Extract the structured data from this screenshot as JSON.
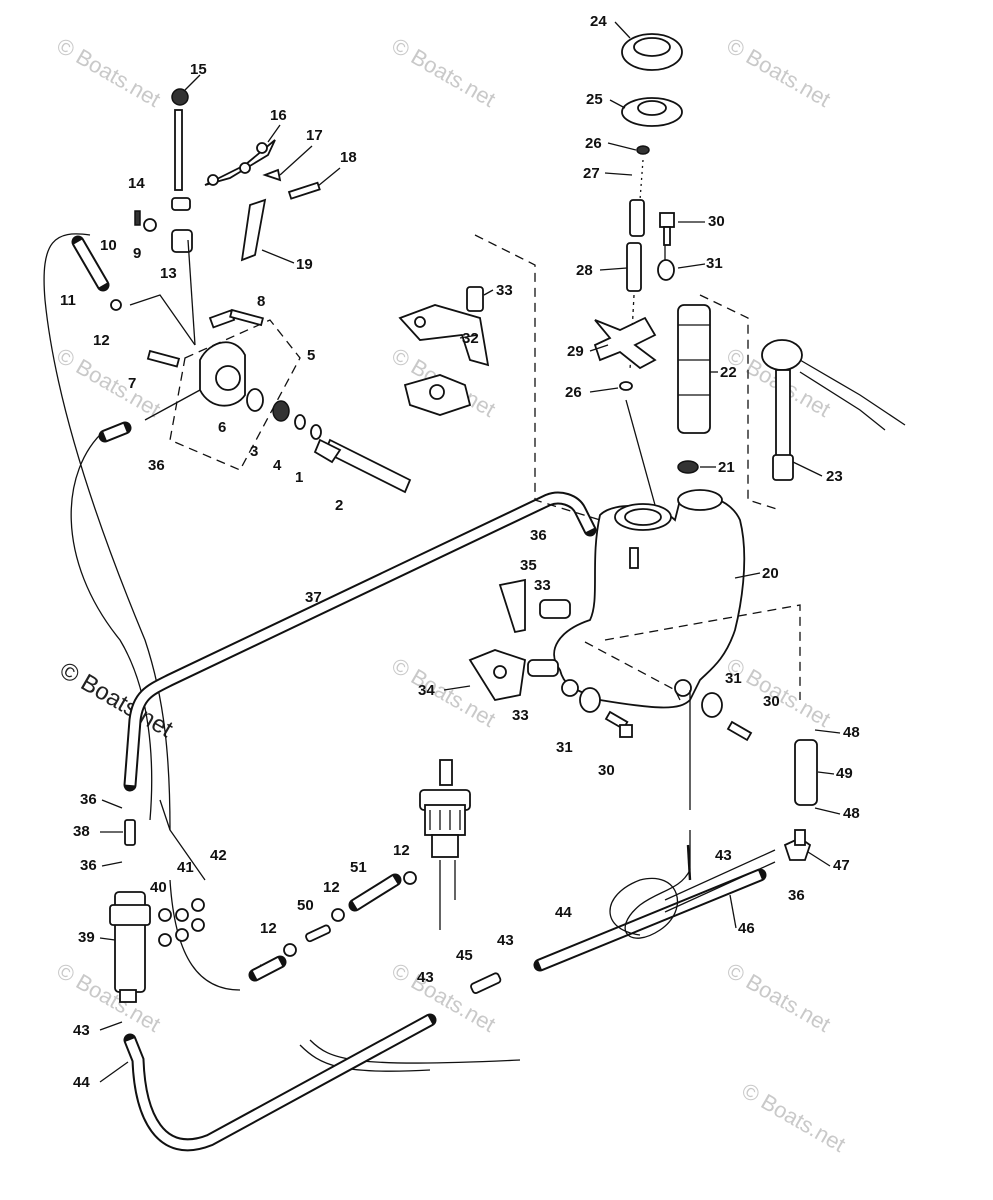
{
  "diagram": {
    "watermarks": [
      "© Boats.net",
      "© Boats.net",
      "© Boats.net",
      "© Boats.net",
      "© Boats.net",
      "© Boats.net",
      "© Boats.net",
      "© Boats.net",
      "© Boats.net",
      "© Boats.net",
      "© Boats.net",
      "© Boats.net",
      "© Boats.net"
    ],
    "callouts": [
      "1",
      "2",
      "3",
      "4",
      "5",
      "6",
      "7",
      "8",
      "9",
      "10",
      "11",
      "12",
      "12",
      "12",
      "12",
      "13",
      "14",
      "15",
      "16",
      "17",
      "18",
      "19",
      "20",
      "21",
      "22",
      "23",
      "24",
      "25",
      "26",
      "26",
      "27",
      "28",
      "29",
      "30",
      "30",
      "30",
      "31",
      "31",
      "31",
      "32",
      "33",
      "33",
      "33",
      "34",
      "35",
      "36",
      "36",
      "36",
      "36",
      "36",
      "37",
      "38",
      "39",
      "40",
      "41",
      "42",
      "43",
      "43",
      "43",
      "43",
      "44",
      "44",
      "45",
      "46",
      "47",
      "48",
      "48",
      "49",
      "50",
      "51"
    ]
  }
}
